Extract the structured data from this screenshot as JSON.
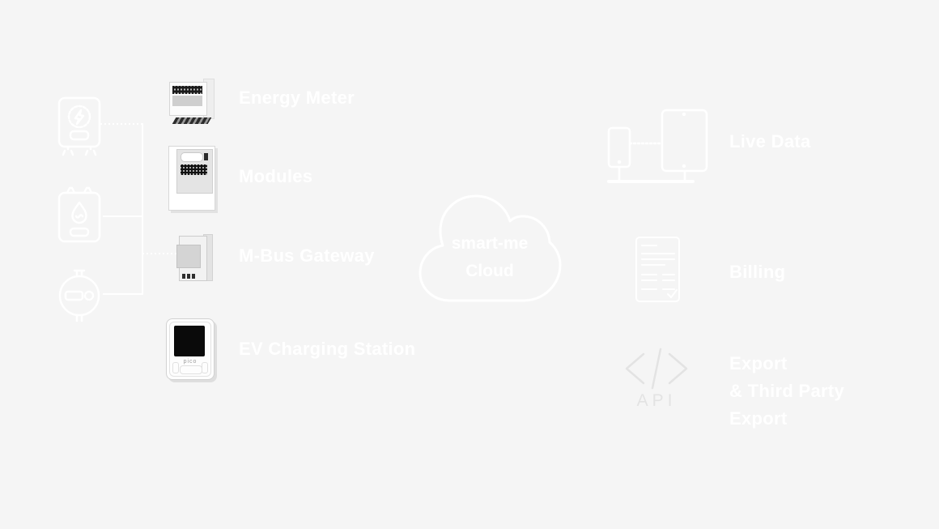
{
  "colors": {
    "background": "#f5f5f5",
    "foreground": "#ffffff",
    "api_icon": "#e3e3e3",
    "device_dark": "#1b1b1b",
    "device_border": "#cfcfcf"
  },
  "cloud": {
    "line1": "smart-me",
    "line2": "Cloud"
  },
  "sources": [
    {
      "name": "electricity-meter"
    },
    {
      "name": "gas-meter"
    },
    {
      "name": "water-meter"
    }
  ],
  "devices": [
    {
      "label": "Energy Meter"
    },
    {
      "label": "Modules"
    },
    {
      "label": "M-Bus Gateway"
    },
    {
      "label": "EV Charging Station",
      "screen_brand": "pico"
    }
  ],
  "outputs": [
    {
      "label": "Live Data"
    },
    {
      "label": "Billing"
    },
    {
      "label_lines": [
        "Export",
        "& Third Party",
        "Export"
      ],
      "icon_caption": "API"
    }
  ]
}
